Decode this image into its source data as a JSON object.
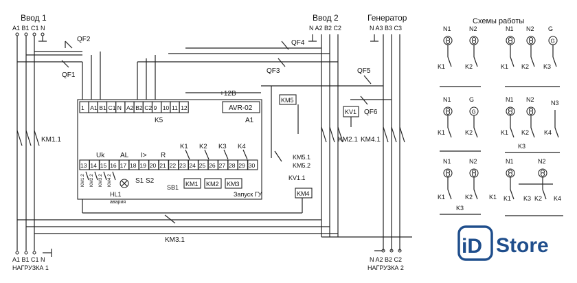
{
  "inputs": {
    "in1": {
      "title": "Ввод 1",
      "phases": "A1 B1 C1 N"
    },
    "in2": {
      "title": "Ввод 2",
      "phases": "N A2 B2 C2"
    },
    "gen": {
      "title": "Генератор",
      "phases": "N A3 B3 C3"
    }
  },
  "breakers": {
    "qf2": "QF2",
    "qf1": "QF1",
    "qf4": "QF4",
    "qf3": "QF3",
    "qf5": "QF5",
    "qf6": "QF6"
  },
  "relay": {
    "model": "AVR-02",
    "designator": "A1",
    "supply": "+12В",
    "top_terminals": [
      "1",
      "A1",
      "B1",
      "C1",
      "N",
      "A2",
      "B2",
      "C2",
      "9",
      "10",
      "11",
      "12"
    ],
    "bottom_terminals": [
      "13",
      "14",
      "15",
      "16",
      "17",
      "18",
      "19",
      "20",
      "21",
      "22",
      "23",
      "24",
      "25",
      "26",
      "27",
      "28",
      "29",
      "30"
    ],
    "group_labels": {
      "uk": "Uk",
      "al": "AL",
      "ir": "I>",
      "r": "R"
    },
    "contacts": [
      "K1",
      "K2",
      "K3",
      "K4"
    ],
    "k5": "K5",
    "start_gu": "Запуск ГУ"
  },
  "coils": {
    "km1": "KM1",
    "km2": "KM2",
    "km3": "KM3",
    "km4": "KM4",
    "km5": "KM5",
    "kv1": "KV1"
  },
  "contacts_labels": {
    "km11": "KM1.1",
    "km21": "KM2.1",
    "km41": "KM4.1",
    "km31": "KM3.1",
    "km51": "KM5.1",
    "km52": "KM5.2",
    "kv11": "KV1.1"
  },
  "indicators": {
    "hl1": "HL1",
    "hl1_sub": "авария",
    "s1": "S1",
    "s2": "S2",
    "sb1": "SB1",
    "km_labels": [
      "KM1.2",
      "KM2.2",
      "KM3.2",
      "KM4.2"
    ]
  },
  "loads": {
    "load1": {
      "phases": "A1 B1 C1 N",
      "title": "НАГРУЗКА 1"
    },
    "load2": {
      "phases": "N  A2 B2 C2",
      "title": "НАГРУЗКА 2"
    }
  },
  "schemes": {
    "title": "Схемы работы",
    "source_labels": [
      "N1",
      "N2",
      "N3",
      "G"
    ],
    "contact_labels": [
      "K1",
      "K2",
      "K3",
      "K4"
    ]
  },
  "logo": {
    "text_i": "iD",
    "text_store": "Store",
    "color": "#1f4e8c"
  }
}
